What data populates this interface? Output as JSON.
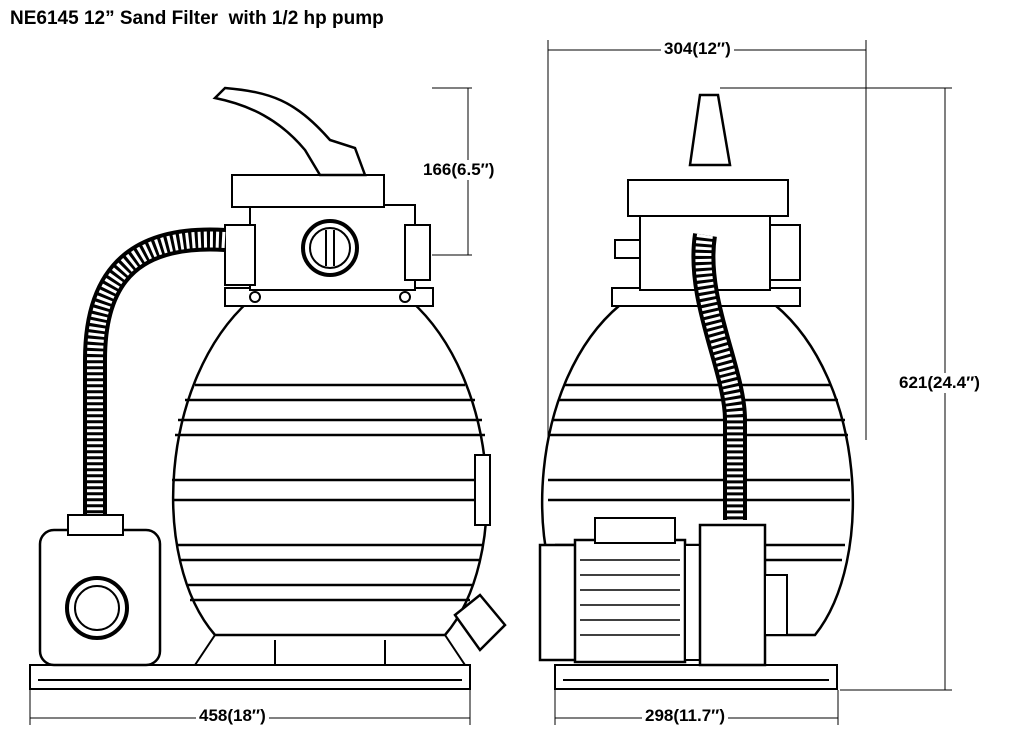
{
  "title": "NE6145 12” Sand Filter  with 1/2 hp pump",
  "dimensions": {
    "base_width_front": "458(18″)",
    "valve_height": "166(6.5″)",
    "tank_width": "304(12″)",
    "total_height": "621(24.4″)",
    "base_width_side": "298(11.7″)"
  }
}
